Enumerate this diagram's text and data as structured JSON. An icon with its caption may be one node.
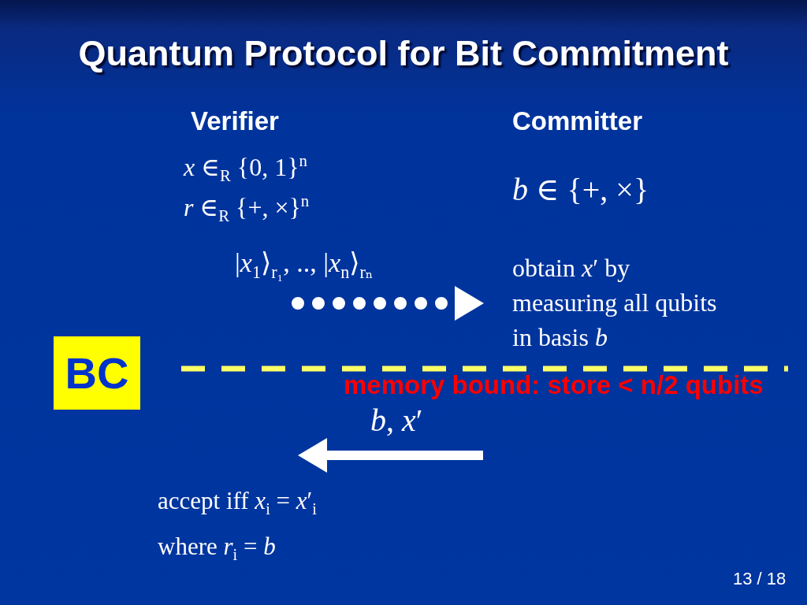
{
  "diagram": {
    "title": "Quantum Protocol for Bit Commitment",
    "nodes": [
      {
        "text": [
          "BC"
        ]
      }
    ],
    "labels": [
      "Verifier",
      "Committer",
      "*x* ∈$_{R}$ {0, 1}$^{n}$",
      "*b* ∈ {+, ×}",
      "*r* ∈$_{R}$ {+, ×}$^{n}$",
      "|*x*$_{1}$⟩$_{r₁}$, .., |*x*$_{n}$⟩$_{rₙ}$",
      "obtain *x*′ by measuring all qubits in basis *b*",
      "memory bound: store < n/2 qubits",
      "*b*, *x*′",
      "accept iff *x*$_{i}$ = *x*′$_{i}$ where *r*$_{i}$ = *b*",
      "13 / 18"
    ]
  }
}
